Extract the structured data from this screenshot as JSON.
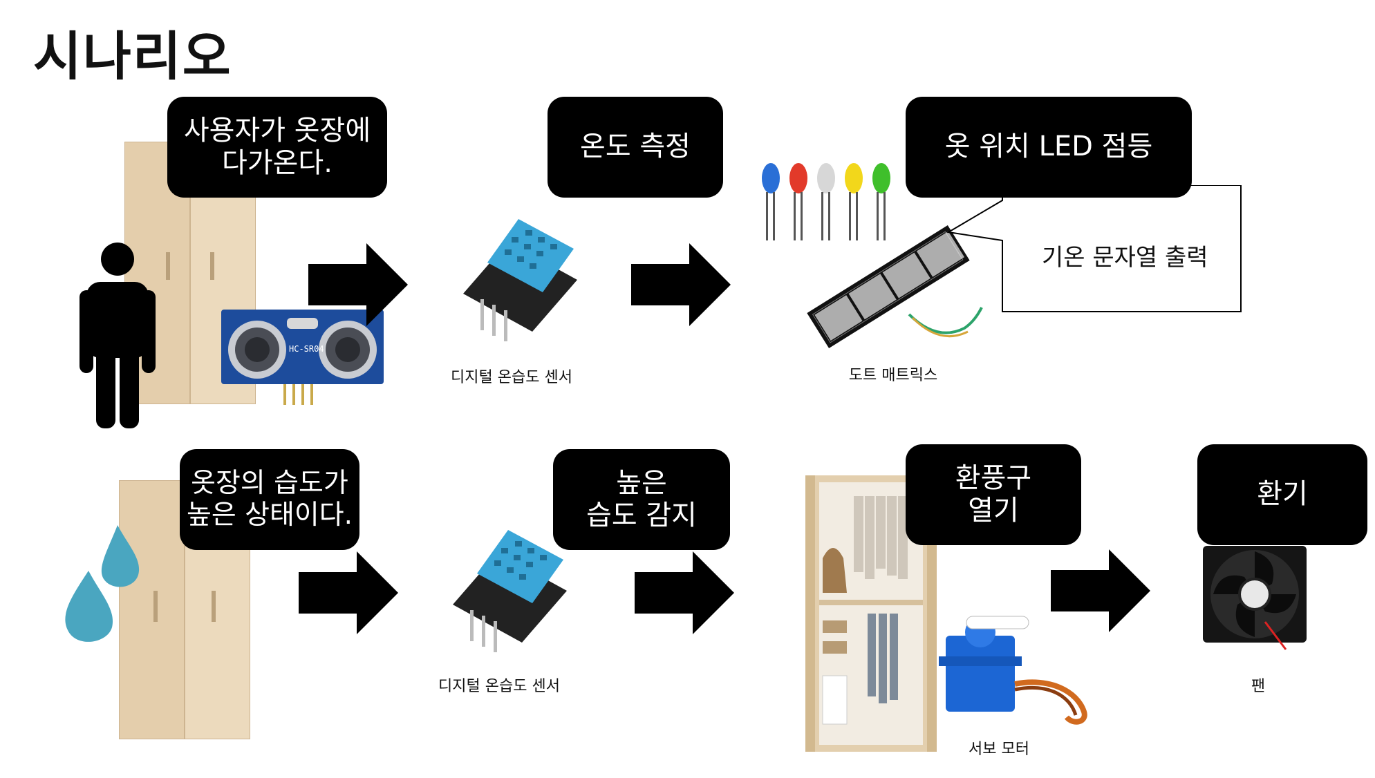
{
  "title": "시나리오",
  "row1": {
    "bubble1": "사용자가 옷장에\n다가온다.",
    "bubble2": "온도 측정",
    "bubble3": "옷 위치 LED 점등",
    "callout": "기온 문자열 출력",
    "caption_sensor": "디지털 온습도 센서",
    "caption_matrix": "도트 매트릭스",
    "ultrasonic_label": "HC-SR04"
  },
  "row2": {
    "bubble1": "옷장의 습도가\n높은 상태이다.",
    "bubble2": "높은\n습도 감지",
    "bubble3": "환풍구\n열기",
    "bubble4": "환기",
    "caption_sensor": "디지털 온습도 센서",
    "caption_servo": "서보 모터",
    "caption_fan": "팬"
  },
  "colors": {
    "bubble_bg": "#000000",
    "sensor_blue": "#3aa6d8",
    "water_drop": "#4aa6c0",
    "wardrobe": "#e6d2b4"
  },
  "icons": [
    "person-icon",
    "wardrobe-icon",
    "ultrasonic-sensor-icon",
    "dht-sensor-icon",
    "led-icon",
    "dot-matrix-icon",
    "water-drop-icon",
    "servo-motor-icon",
    "fan-icon",
    "arrow-right-icon"
  ]
}
